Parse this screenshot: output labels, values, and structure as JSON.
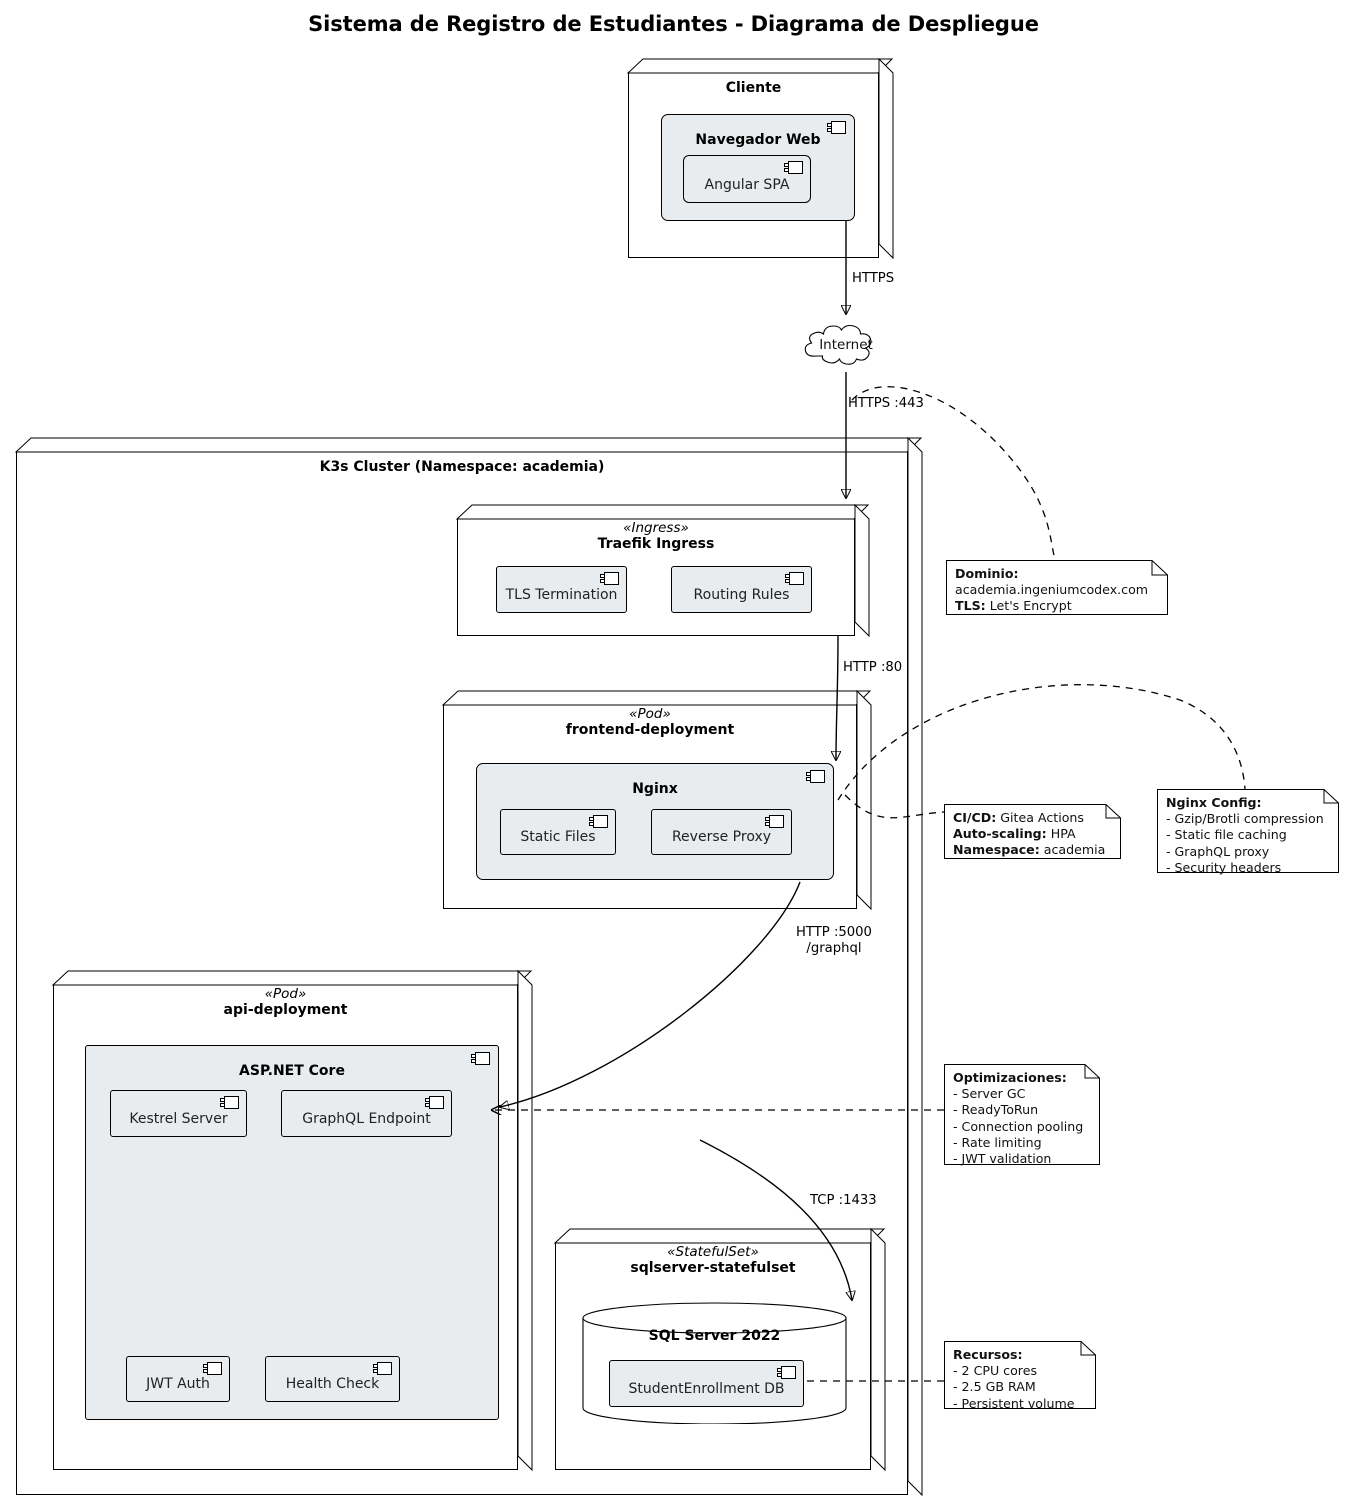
{
  "title": "Sistema de Registro de Estudiantes - Diagrama de Despliegue",
  "nodes": {
    "cliente": {
      "name": "Cliente"
    },
    "navegador": {
      "name": "Navegador Web",
      "icon": "component-icon"
    },
    "angular": {
      "name": "Angular SPA",
      "icon": "component-icon"
    },
    "cluster": {
      "name": "K3s Cluster (Namespace: academia)"
    },
    "traefik": {
      "stereotype": "«Ingress»",
      "name": "Traefik Ingress"
    },
    "tls_termination": {
      "name": "TLS Termination",
      "icon": "component-icon"
    },
    "routing_rules": {
      "name": "Routing Rules",
      "icon": "component-icon"
    },
    "frontend": {
      "stereotype": "«Pod»",
      "name": "frontend-deployment"
    },
    "nginx": {
      "name": "Nginx",
      "icon": "component-icon"
    },
    "static_files": {
      "name": "Static Files",
      "icon": "component-icon"
    },
    "reverse_proxy": {
      "name": "Reverse Proxy",
      "icon": "component-icon"
    },
    "api": {
      "stereotype": "«Pod»",
      "name": "api-deployment"
    },
    "aspnet": {
      "name": "ASP.NET Core",
      "icon": "component-icon"
    },
    "kestrel": {
      "name": "Kestrel Server",
      "icon": "component-icon"
    },
    "graphql": {
      "name": "GraphQL Endpoint",
      "icon": "component-icon"
    },
    "jwt_auth": {
      "name": "JWT Auth",
      "icon": "component-icon"
    },
    "health_check": {
      "name": "Health Check",
      "icon": "component-icon"
    },
    "statefulset": {
      "stereotype": "«StatefulSet»",
      "name": "sqlserver-statefulset"
    },
    "sqlserver": {
      "name": "SQL Server 2022"
    },
    "studentdb": {
      "name": "StudentEnrollment DB",
      "icon": "component-icon"
    },
    "internet": {
      "name": "Internet"
    }
  },
  "edges": [
    {
      "id": "https",
      "label": "HTTPS"
    },
    {
      "id": "https443",
      "label": "HTTPS :443"
    },
    {
      "id": "http80",
      "label": "HTTP :80"
    },
    {
      "id": "http5000",
      "label": "HTTP :5000\n/graphql"
    },
    {
      "id": "tcp1433",
      "label": "TCP :1433"
    }
  ],
  "notes": {
    "dominio": {
      "lines": [
        {
          "bold": "Dominio:",
          "text": ""
        },
        {
          "bold": "",
          "text": "academia.ingeniumcodex.com"
        },
        {
          "bold": "TLS:",
          "text": " Let's Encrypt"
        }
      ]
    },
    "cicd": {
      "lines": [
        {
          "bold": "CI/CD:",
          "text": " Gitea Actions"
        },
        {
          "bold": "Auto-scaling:",
          "text": " HPA"
        },
        {
          "bold": "Namespace:",
          "text": " academia"
        }
      ]
    },
    "nginx_config": {
      "lines": [
        {
          "bold": "Nginx Config:",
          "text": ""
        },
        {
          "bold": "",
          "text": "- Gzip/Brotli compression"
        },
        {
          "bold": "",
          "text": "- Static file caching"
        },
        {
          "bold": "",
          "text": "- GraphQL proxy"
        },
        {
          "bold": "",
          "text": "- Security headers"
        }
      ]
    },
    "optimizaciones": {
      "lines": [
        {
          "bold": "Optimizaciones:",
          "text": ""
        },
        {
          "bold": "",
          "text": "- Server GC"
        },
        {
          "bold": "",
          "text": "- ReadyToRun"
        },
        {
          "bold": "",
          "text": "- Connection pooling"
        },
        {
          "bold": "",
          "text": "- Rate limiting"
        },
        {
          "bold": "",
          "text": "- JWT validation"
        }
      ]
    },
    "recursos": {
      "lines": [
        {
          "bold": "Recursos:",
          "text": ""
        },
        {
          "bold": "",
          "text": "- 2 CPU cores"
        },
        {
          "bold": "",
          "text": "- 2.5 GB RAM"
        },
        {
          "bold": "",
          "text": "- Persistent volume"
        }
      ]
    }
  },
  "colors": {
    "component_fill": "#e8ecef",
    "node_fill": "#ffffff",
    "stroke": "#000000",
    "background": "#ffffff"
  }
}
